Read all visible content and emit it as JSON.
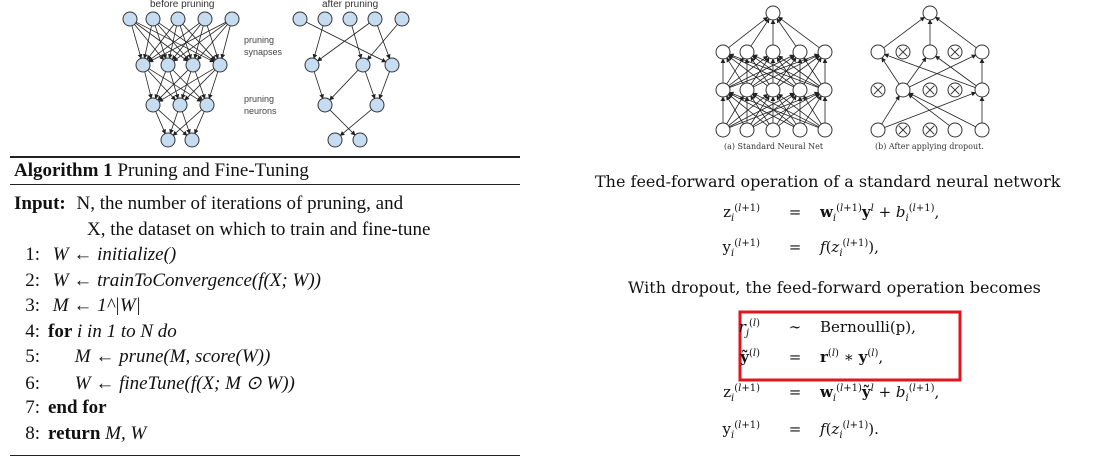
{
  "pruning_figure": {
    "before_label": "before pruning",
    "after_label": "after pruning",
    "synapses_label": [
      "pruning",
      "synapses"
    ],
    "neurons_label": [
      "pruning",
      "neurons"
    ]
  },
  "algorithm": {
    "title_bold": "Algorithm 1",
    "title": "Pruning and Fine-Tuning",
    "input_label": "Input:",
    "input_line1": "N, the number of iterations of pruning, and",
    "input_line2": "X, the dataset on which to train and fine-tune",
    "steps": [
      {
        "n": "1:",
        "kw": "",
        "text": "W ← initialize()"
      },
      {
        "n": "2:",
        "kw": "",
        "text": "W ← trainToConvergence(f(X; W))"
      },
      {
        "n": "3:",
        "kw": "",
        "text": "M ← 1^|W|"
      },
      {
        "n": "4:",
        "kw": "for",
        "text": "i in 1 to N do"
      },
      {
        "n": "5:",
        "kw": "",
        "text": "M ← prune(M, score(W))"
      },
      {
        "n": "6:",
        "kw": "",
        "text": "W ← fineTune(f(X; M ⊙ W))"
      },
      {
        "n": "7:",
        "kw": "end for",
        "text": ""
      },
      {
        "n": "8:",
        "kw": "return",
        "text": "M, W"
      }
    ]
  },
  "dropout_figure": {
    "caption_a": "(a) Standard Neural Net",
    "caption_b": "(b) After applying dropout."
  },
  "text": {
    "intro": "The feed-forward operation of a standard neural network",
    "with_dropout": "With dropout, the feed-forward operation becomes",
    "bernoulli": "Bernoulli(p),"
  },
  "colors": {
    "highlight": "#e0161e",
    "node_fill": "#c6dcf0"
  }
}
